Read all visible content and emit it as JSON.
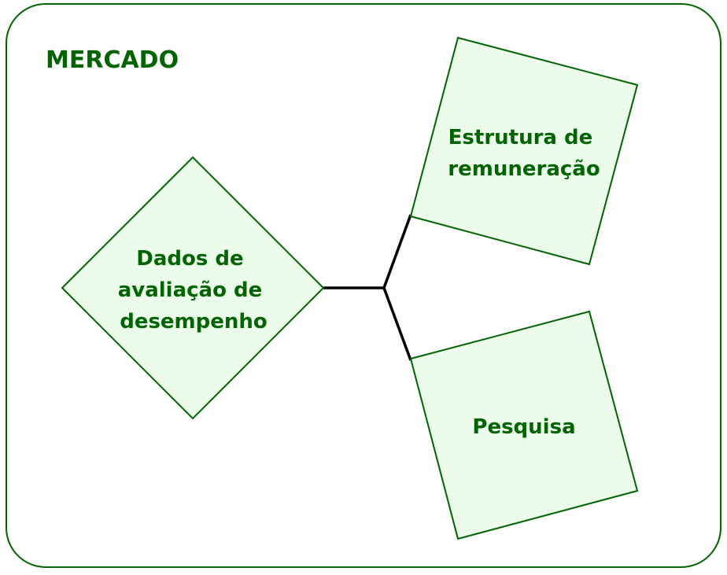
{
  "title": "MERCADO",
  "center": [
    "Dados de",
    "avaliação de",
    "desempenho"
  ],
  "top_box": [
    "Estrutura de",
    "remuneração"
  ],
  "bottom_box": [
    "Pesquisa"
  ],
  "colors": {
    "stroke": "#006400",
    "fill": "#ebfceb",
    "connector": "#000000"
  }
}
